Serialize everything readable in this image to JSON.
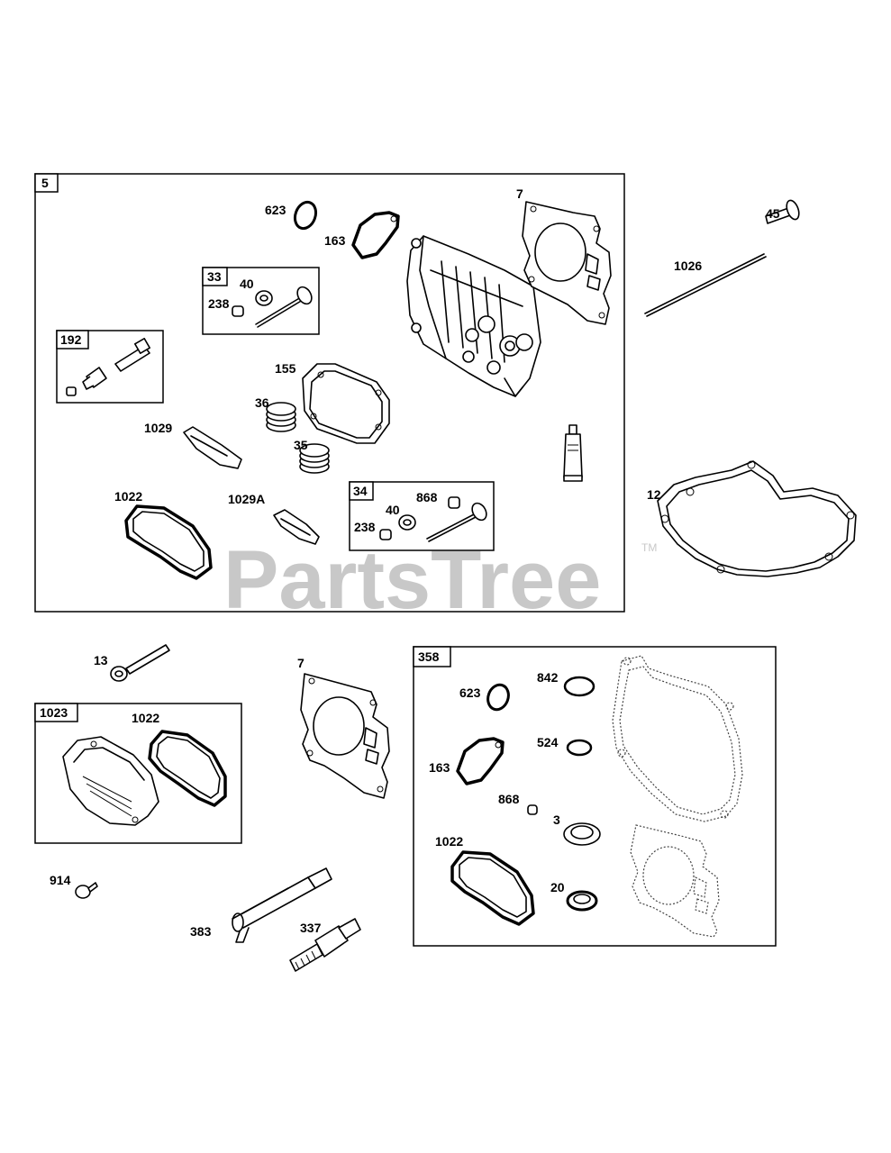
{
  "watermark": {
    "text": "PartsTree",
    "trademark": "TM"
  },
  "group_tags": {
    "g5": "5",
    "g33": "33",
    "g192": "192",
    "g34": "34",
    "g1023": "1023",
    "g358": "358"
  },
  "labels": {
    "l623a": "623",
    "l163a": "163",
    "l7a": "7",
    "l45": "45",
    "l1026": "1026",
    "l40a": "40",
    "l238a": "238",
    "l155": "155",
    "l36": "36",
    "l1029": "1029",
    "l35": "35",
    "l1022a": "1022",
    "l1029A": "1029A",
    "l868a": "868",
    "l40b": "40",
    "l238b": "238",
    "l12": "12",
    "l13": "13",
    "l7b": "7",
    "l1022b": "1022",
    "l914": "914",
    "l383": "383",
    "l337": "337",
    "l623b": "623",
    "l842": "842",
    "l524": "524",
    "l163b": "163",
    "l868b": "868",
    "l3": "3",
    "l1022c": "1022",
    "l20": "20"
  },
  "part_icons": {
    "cylinder_head": "cylinder-head-icon",
    "head_gasket": "head-gasket-icon",
    "valve": "valve-icon",
    "spring": "valve-spring-icon",
    "rocker_cover": "rocker-cover-icon",
    "sealant_tube": "sealant-tube-icon",
    "spark_plug": "spark-plug-icon"
  }
}
